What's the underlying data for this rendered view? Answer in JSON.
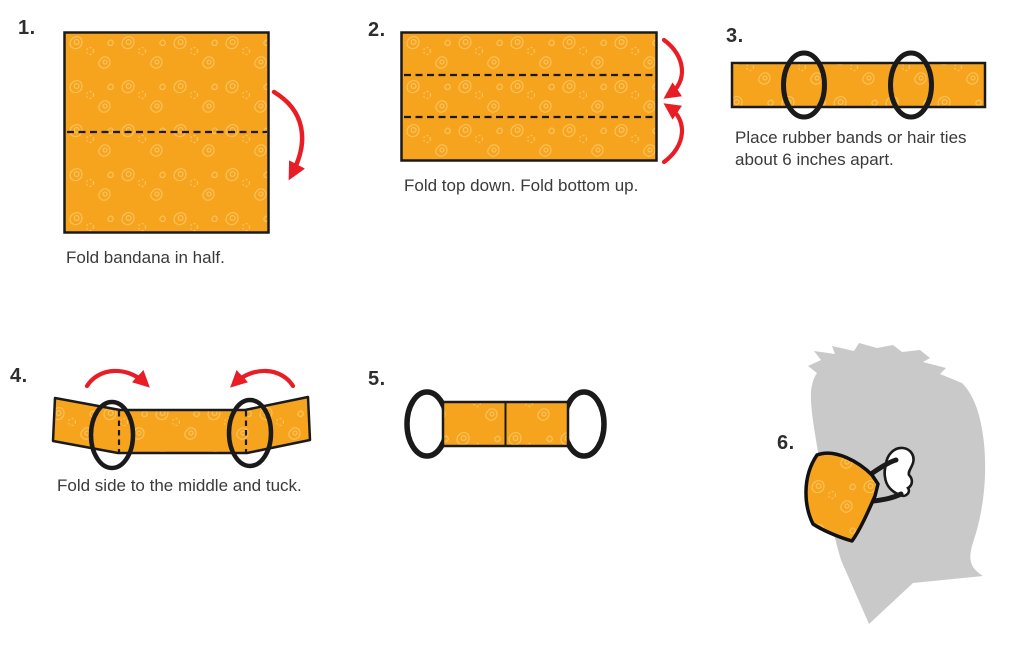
{
  "colors": {
    "bandana_orange": "#F6A41E",
    "paisley_pattern": "#FAC25A",
    "arrow_red": "#E91D25",
    "outline_black": "#1A1A1A",
    "silhouette_gray": "#C9C9C9",
    "caption_gray": "#3A3A3A"
  },
  "steps": [
    {
      "number": "1.",
      "caption": "Fold bandana in half."
    },
    {
      "number": "2.",
      "caption": "Fold top down. Fold bottom up."
    },
    {
      "number": "3.",
      "caption": "Place rubber bands or hair ties about 6 inches apart."
    },
    {
      "number": "4.",
      "caption": "Fold side to the middle and tuck."
    },
    {
      "number": "5."
    },
    {
      "number": "6."
    }
  ]
}
